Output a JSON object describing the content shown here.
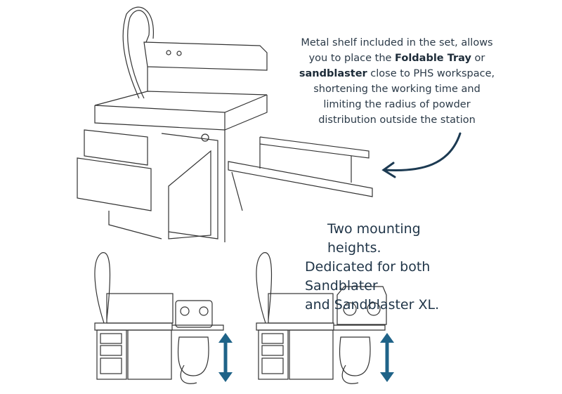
{
  "shelf_description": {
    "part1": "Metal shelf included in the set, allows you to place the ",
    "bold1": "Foldable Tray",
    "part2": " or ",
    "bold2": "sandblaster",
    "part3": " close to PHS workspace, shortening the working time and limiting the radius of powder distribution outside the station"
  },
  "heights_note": {
    "line1": "Two mounting heights.",
    "line2": "Dedicated for both Sandblater",
    "line3": "and Sandblaster XL."
  },
  "colors": {
    "text": "#2b3a48",
    "arrow": "#1c3a52",
    "height_arrow": "#1f6388",
    "line": "#333333"
  }
}
